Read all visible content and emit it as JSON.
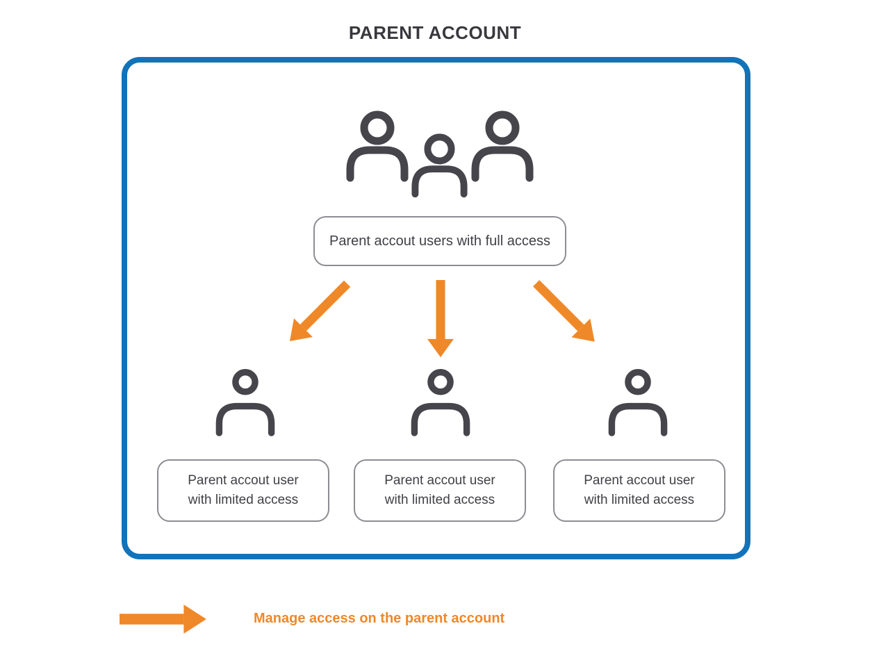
{
  "title": "PARENT ACCOUNT",
  "colors": {
    "container_border_blue": "#1373b9",
    "arrow_orange": "#ef8829",
    "icon_gray": "#45454b",
    "pill_border_gray": "#8c8c92",
    "text_dark": "#3c3c42"
  },
  "nodes": {
    "full_access_label": "Parent accout users with full access",
    "limited_users": [
      {
        "line1": "Parent accout user",
        "line2": "with limited access"
      },
      {
        "line1": "Parent accout user",
        "line2": "with limited access"
      },
      {
        "line1": "Parent accout user",
        "line2": "with limited access"
      }
    ]
  },
  "icons": {
    "top": "group-users-icon",
    "children": [
      "user-icon",
      "user-icon",
      "user-icon"
    ],
    "arrows": [
      "arrow-down-left-icon",
      "arrow-down-icon",
      "arrow-down-right-icon"
    ]
  },
  "legend": {
    "arrow_icon": "legend-arrow-right-icon",
    "label": "Manage access on the parent account"
  }
}
